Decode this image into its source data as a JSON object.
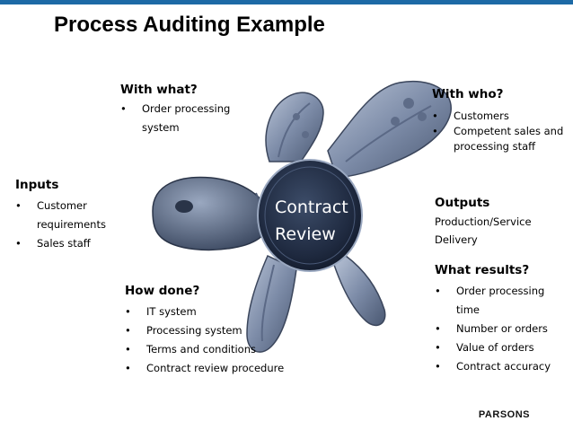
{
  "title": "Process Auditing Example",
  "center": {
    "line1": "Contract",
    "line2": "Review"
  },
  "with_what": {
    "heading": "With what?",
    "items": [
      "Order processing system"
    ]
  },
  "with_who": {
    "heading": "With who?",
    "items": [
      "Customers",
      "Competent sales and processing staff"
    ]
  },
  "inputs": {
    "heading": "Inputs",
    "items": [
      "Customer requirements",
      "Sales staff"
    ]
  },
  "outputs": {
    "heading": "Outputs",
    "text": "Production/Service Delivery"
  },
  "how_done": {
    "heading": "How done?",
    "items": [
      "IT system",
      "Processing system",
      "Terms and conditions",
      "Contract review procedure"
    ]
  },
  "what_results": {
    "heading": "What results?",
    "items": [
      "Order processing time",
      "Number or orders",
      "Value of orders",
      "Contract accuracy"
    ]
  },
  "logo": "PARSONS",
  "colors": {
    "topbar": "#1d6aa6",
    "shell": "#25324a",
    "body": "#8a98b2"
  }
}
